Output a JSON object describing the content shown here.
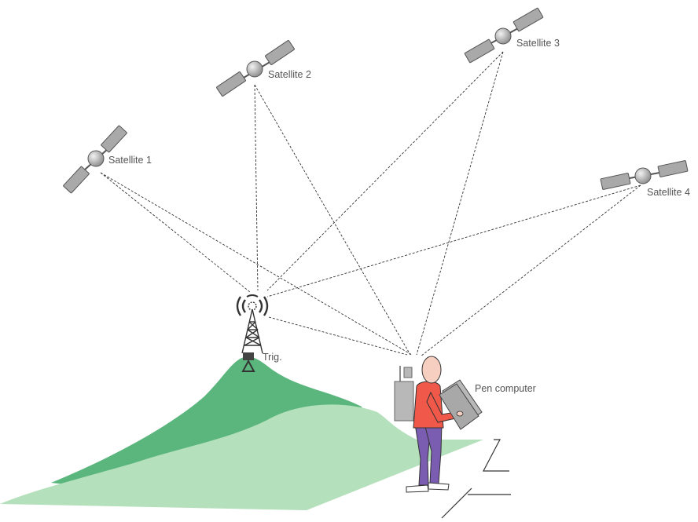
{
  "labels": {
    "satellite_1": "Satellite 1",
    "satellite_2": "Satellite 2",
    "satellite_3": "Satellite 3",
    "satellite_4": "Satellite 4",
    "trig": "Trig.",
    "pen_computer": "Pen computer"
  },
  "colors": {
    "hill_dark": "#5bb67d",
    "hill_light": "#b5e0bc",
    "shirt": "#f0584a",
    "trousers": "#7a5cb0",
    "skin": "#f6cfc0",
    "satellite_panel": "#a9a9a9",
    "equipment": "#b8b8b8",
    "ray": "#333333"
  },
  "icons": [
    "satellite-icon",
    "radio-mast-icon",
    "trig-point-icon",
    "surveyor-figure",
    "pen-computer-icon",
    "backpack-receiver-icon"
  ]
}
